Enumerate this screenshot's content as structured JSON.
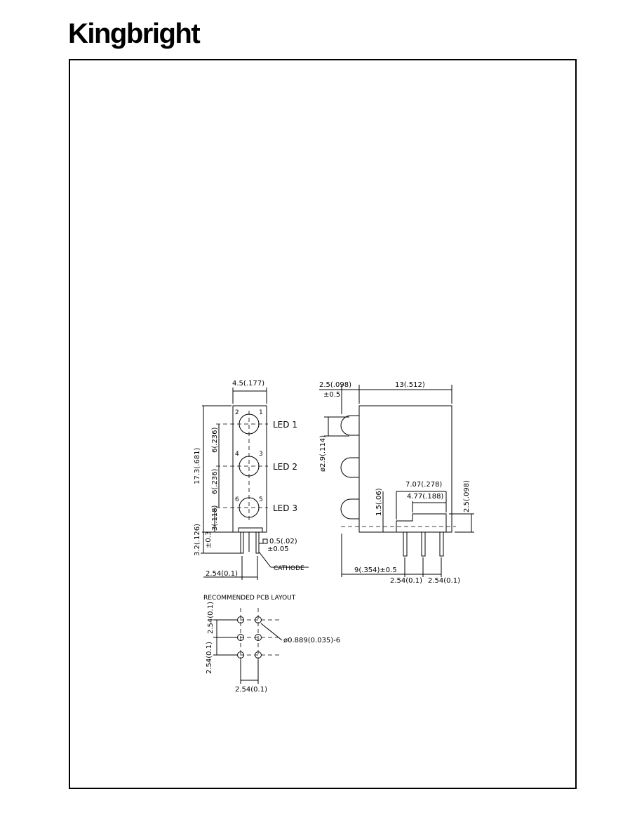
{
  "brand": {
    "logo_text": "Kingbright"
  },
  "front_view": {
    "width_dim": "4.5(.177)",
    "height_dim": "17.3(.681)",
    "pitch1_dim": "6(.236)",
    "pitch2_dim": "6(.236)",
    "bottom_dim": "3(.118)",
    "bottom_tol": "±0.3",
    "lead_dim": "3.2(.126)",
    "pin_dim": "0.5(.02)",
    "pin_tol": "±0.05",
    "cathode_label": "CATHODE",
    "lead_pitch_dim": "2.54(0.1)",
    "pins": [
      "1",
      "2",
      "3",
      "4",
      "5",
      "6"
    ],
    "leds": [
      "LED  1",
      "LED  2",
      "LED  3"
    ]
  },
  "side_view": {
    "offset_dim": "2.5(.098)",
    "offset_tol": "±0.5",
    "length_dim": "13(.512)",
    "dome_dim": "ø2.9(.114)",
    "step_dim": "1.5(.06)",
    "inner1_dim": "7.07(.278)",
    "inner2_dim": "4.77(.188)",
    "right_dim": "2.5(.098)",
    "lead_dim": "9(.354)±0.5",
    "pitch_a": "2.54(0.1)",
    "pitch_b": "2.54(0.1)"
  },
  "pcb_layout": {
    "title": "RECOMMENDED PCB LAYOUT",
    "v_pitch_top": "2.54(0.1)",
    "v_pitch_bottom": "2.54(0.1)",
    "hole_dim": "ø0.889(0.035)-6",
    "h_pitch": "2.54(0.1)"
  }
}
